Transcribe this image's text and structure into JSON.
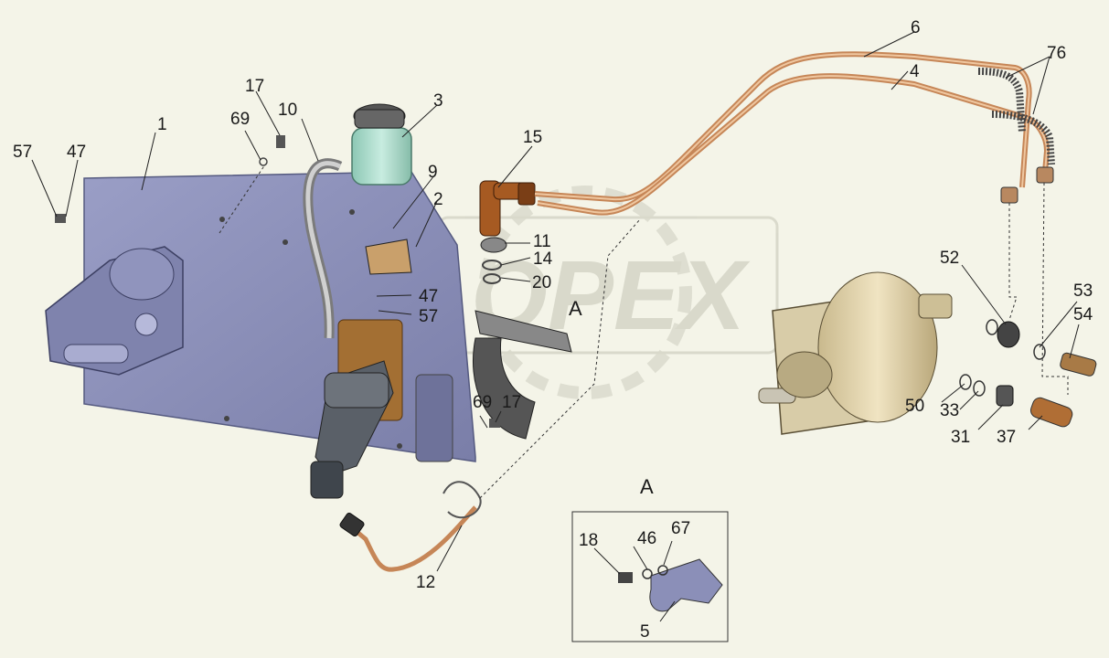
{
  "watermark": {
    "text": "OPEX"
  },
  "inset": {
    "title": "A"
  },
  "section_marker": {
    "text": "A"
  },
  "callouts": [
    {
      "id": "c1",
      "text": "1"
    },
    {
      "id": "c2",
      "text": "2"
    },
    {
      "id": "c3",
      "text": "3"
    },
    {
      "id": "c4",
      "text": "4"
    },
    {
      "id": "c5",
      "text": "5"
    },
    {
      "id": "c6",
      "text": "6"
    },
    {
      "id": "c9",
      "text": "9"
    },
    {
      "id": "c10",
      "text": "10"
    },
    {
      "id": "c11",
      "text": "11"
    },
    {
      "id": "c12",
      "text": "12"
    },
    {
      "id": "c14",
      "text": "14"
    },
    {
      "id": "c15",
      "text": "15"
    },
    {
      "id": "c17a",
      "text": "17"
    },
    {
      "id": "c17b",
      "text": "17"
    },
    {
      "id": "c18",
      "text": "18"
    },
    {
      "id": "c20",
      "text": "20"
    },
    {
      "id": "c31",
      "text": "31"
    },
    {
      "id": "c33",
      "text": "33"
    },
    {
      "id": "c37",
      "text": "37"
    },
    {
      "id": "c46",
      "text": "46"
    },
    {
      "id": "c47a",
      "text": "47"
    },
    {
      "id": "c47b",
      "text": "47"
    },
    {
      "id": "c50",
      "text": "50"
    },
    {
      "id": "c52",
      "text": "52"
    },
    {
      "id": "c53",
      "text": "53"
    },
    {
      "id": "c54",
      "text": "54"
    },
    {
      "id": "c57a",
      "text": "57"
    },
    {
      "id": "c57b",
      "text": "57"
    },
    {
      "id": "c67",
      "text": "67"
    },
    {
      "id": "c69a",
      "text": "69"
    },
    {
      "id": "c69b",
      "text": "69"
    },
    {
      "id": "c76",
      "text": "76"
    }
  ],
  "colors": {
    "background": "#f4f4e8",
    "plate": "#8b8fb8",
    "reservoir": "#a9d6c8",
    "booster": "#d9c9a0",
    "pipe": "#d49b6a",
    "hose": "#444444"
  }
}
